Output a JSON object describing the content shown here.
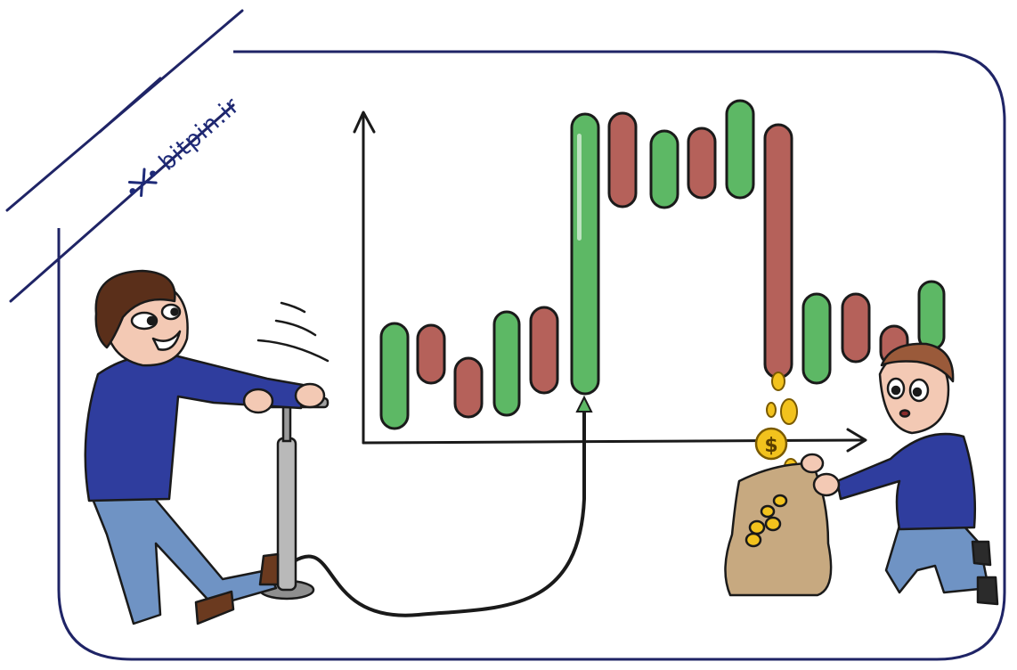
{
  "brand": {
    "name": "bitpin.ir",
    "logo_icon": "bitpin-logo-icon"
  },
  "colors": {
    "frame": "#1f2466",
    "bullish": "#5db865",
    "bearish": "#b5615a",
    "outline": "#1a1a1a",
    "shirt": "#2f3d9e",
    "jeans": "#6f93c4",
    "coin": "#f2c21d",
    "bag": "#c7a980"
  },
  "chart_data": {
    "type": "candlestick",
    "title": "",
    "xlabel": "",
    "ylabel": "",
    "pattern": "pump-and-dump",
    "candles": [
      {
        "dir": "up"
      },
      {
        "dir": "down"
      },
      {
        "dir": "down"
      },
      {
        "dir": "up"
      },
      {
        "dir": "down"
      },
      {
        "dir": "up"
      },
      {
        "dir": "down"
      },
      {
        "dir": "up"
      },
      {
        "dir": "down"
      },
      {
        "dir": "up"
      },
      {
        "dir": "down"
      },
      {
        "dir": "up"
      },
      {
        "dir": "down"
      },
      {
        "dir": "down"
      },
      {
        "dir": "up"
      }
    ]
  },
  "scene": {
    "left_character": "man-pumping",
    "pump": "air-pump-icon",
    "right_character": "man-collecting-coins",
    "bag": "money-bag-icon",
    "coin_symbol": "$"
  }
}
